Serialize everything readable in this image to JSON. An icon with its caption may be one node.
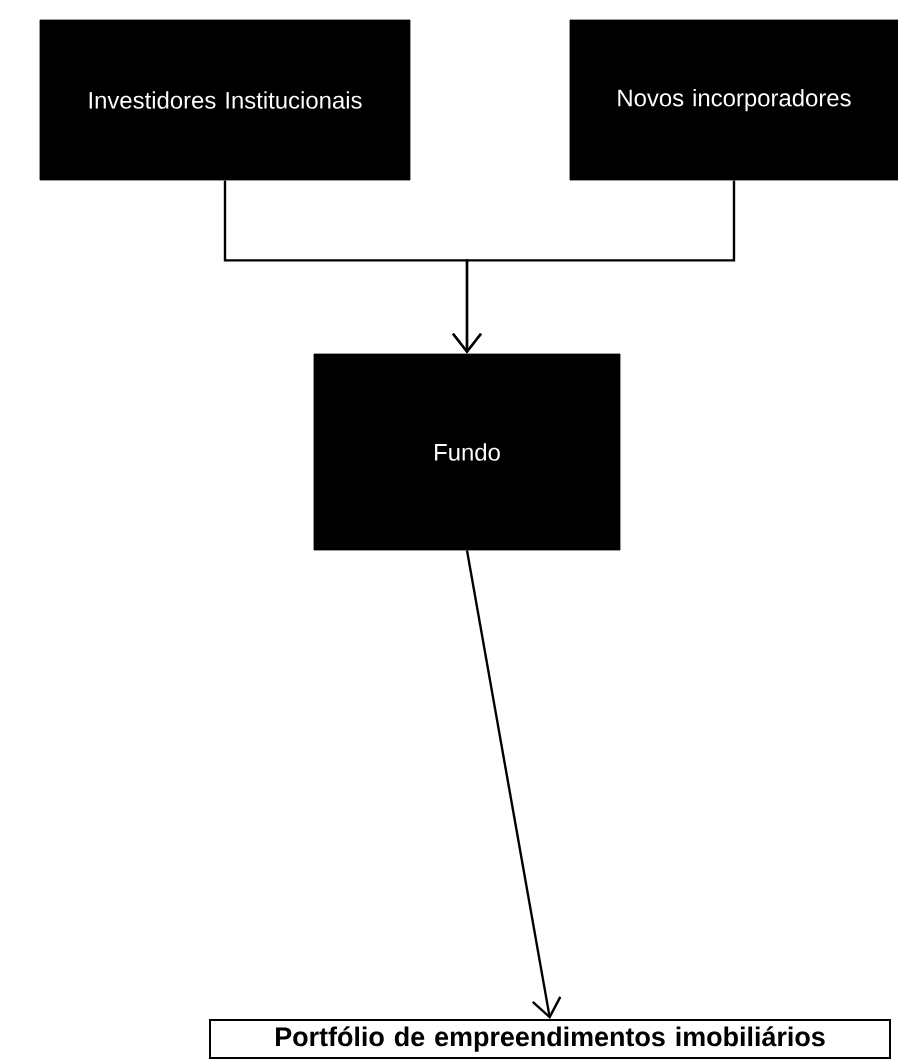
{
  "diagram": {
    "nodes": [
      {
        "text": [
          "Investidores Institucionais"
        ]
      },
      {
        "text": [
          "Novos incorporadores"
        ]
      },
      {
        "text": [
          "Fundo"
        ]
      },
      {
        "text": [
          "Portfólio de empreendimentos imobiliários"
        ]
      }
    ],
    "edges": [
      {
        "from": 0,
        "to": 2,
        "arrow": "to"
      },
      {
        "from": 1,
        "to": 2,
        "arrow": "to"
      },
      {
        "from": 2,
        "to": 3,
        "arrow": "to"
      }
    ]
  }
}
